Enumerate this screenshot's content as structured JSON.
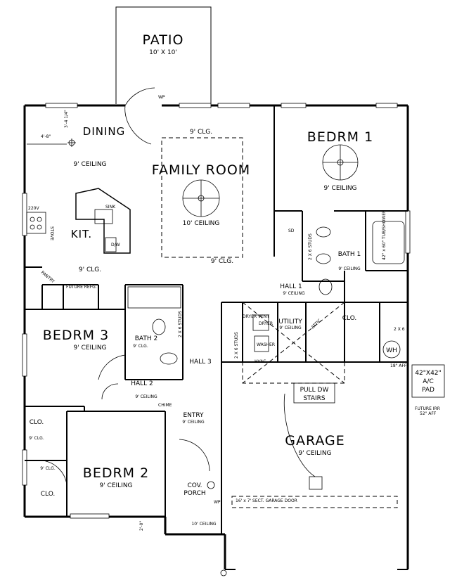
{
  "rooms": {
    "patio": {
      "name": "PATIO",
      "size": "10' X 10'"
    },
    "dining": {
      "name": "DINING",
      "ceiling": "9' CEILING",
      "dim_top": "3'-4 1/4\"",
      "dim_left": "4'-8\""
    },
    "family_room": {
      "name": "FAMILY ROOM",
      "ceiling": "10' CEILING",
      "clg_top": "9' CLG.",
      "clg_bottom": "9' CLG."
    },
    "bedroom1": {
      "name": "BEDRM 1",
      "ceiling": "9' CEILING"
    },
    "kitchen": {
      "name": "KIT.",
      "clg": "9' CLG.",
      "stove": "STOVE",
      "volt": "220V",
      "sink": "SINK",
      "dw": "D/W",
      "pantry": "PANTRY",
      "fridge": "FUTURE REFG."
    },
    "bath1": {
      "name": "BATH 1",
      "ceiling": "9' CEILING",
      "tub": "42\" x 60\" TUB/SHOWER",
      "sd": "SD",
      "studs": "2 X 6 STUDS"
    },
    "hall1": {
      "name": "HALL 1",
      "ceiling": "9' CEILING"
    },
    "bedroom3": {
      "name": "BEDRM 3",
      "ceiling": "9' CEILING"
    },
    "bath2": {
      "name": "BATH 2",
      "clg": "9' CLG.",
      "studs": "2 X 6 STUDS"
    },
    "hall3": {
      "name": "HALL 3"
    },
    "utility": {
      "name": "UTILITY",
      "ceiling": "9' CEILING",
      "dryer_vent": "DRYER VENT",
      "dryer": "DRYER",
      "washer": "WASHER",
      "hvac": "HVAC",
      "studs": "2 X 6 STUDS"
    },
    "attic": {
      "name": "ATTIC"
    },
    "clo_center": {
      "name": "CLO."
    },
    "wh": {
      "name": "WH",
      "dim": "2 X 6",
      "aff": "18\" AFF"
    },
    "ac_pad": {
      "line1": "42\"X42\"",
      "line2": "A/C",
      "line3": "PAD"
    },
    "pull_dw": {
      "line1": "PULL DW",
      "line2": "STAIRS"
    },
    "hall2": {
      "name": "HALL 2",
      "ceiling": "9' CEILING",
      "chime": "CHIME"
    },
    "clo_left": {
      "name": "CLO.",
      "clg": "9' CLG."
    },
    "clo_lower": {
      "name": "CLO.",
      "clg": "9' CLG."
    },
    "bedroom2": {
      "name": "BEDRM 2",
      "ceiling": "9' CEILING"
    },
    "entry": {
      "name": "ENTRY",
      "ceiling": "9' CEILING"
    },
    "garage": {
      "name": "GARAGE",
      "ceiling": "9' CEILING",
      "future_ir": "FUTURE IRR",
      "aff": "52\" AFF",
      "door": "16' x 7' SECT. GARAGE DOOR"
    },
    "porch": {
      "name1": "COV.",
      "name2": "PORCH",
      "ceiling": "10' CEILING",
      "wp": "WP",
      "dim": "2'-0\""
    }
  },
  "symbols": {
    "wp_patio": "WP",
    "sd_bed1": "SD"
  }
}
